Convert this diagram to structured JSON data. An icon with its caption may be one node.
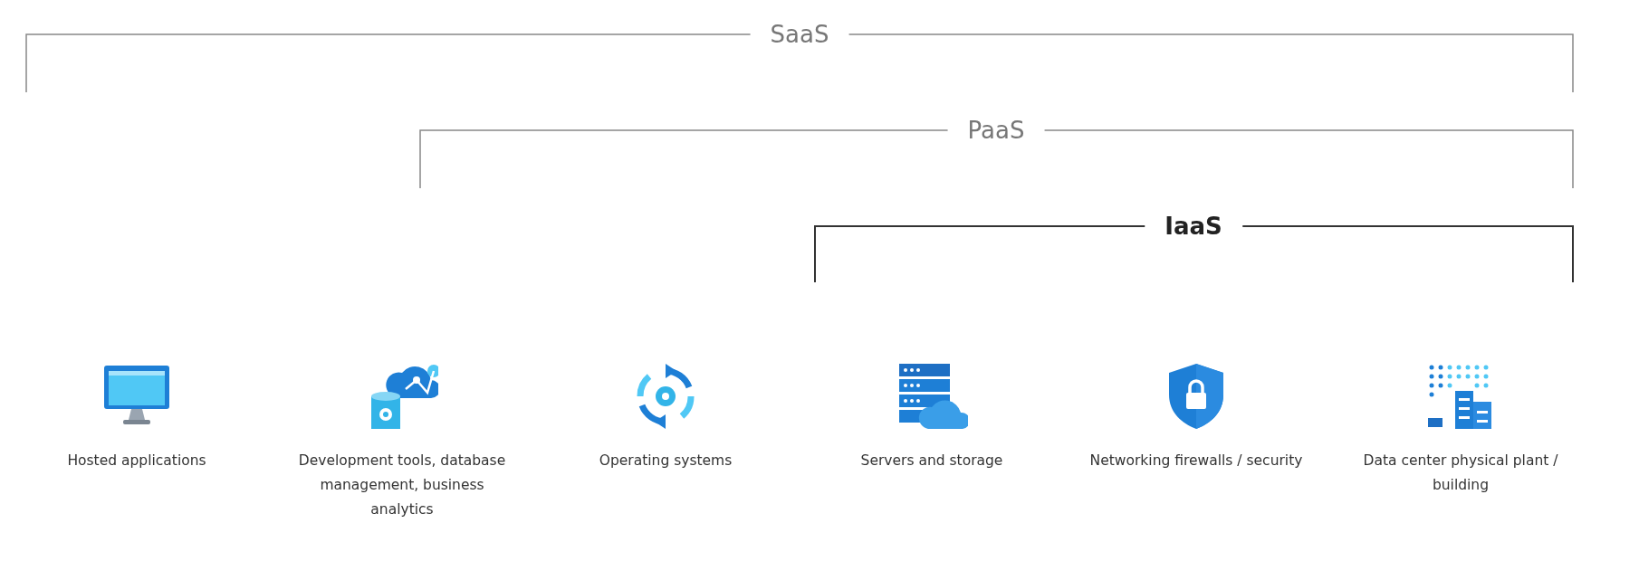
{
  "diagram": {
    "nodes": [
      {
        "text": [
          "Hosted applications"
        ]
      },
      {
        "text": [
          "Development tools, database management, business analytics"
        ]
      },
      {
        "text": [
          "Operating systems"
        ]
      },
      {
        "text": [
          "Servers and storage"
        ]
      },
      {
        "text": [
          "Networking firewalls / security"
        ]
      },
      {
        "text": [
          "Data center physical plant / building"
        ]
      }
    ],
    "edges": [],
    "labels": [
      "SaaS",
      "PaaS",
      "IaaS"
    ]
  }
}
